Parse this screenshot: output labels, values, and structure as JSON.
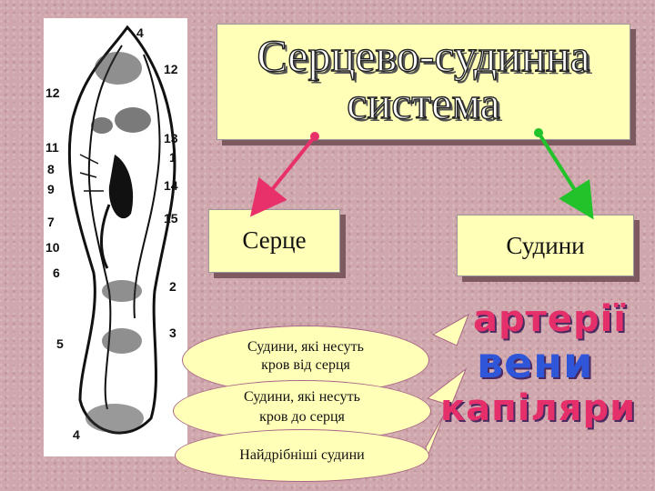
{
  "title": "Серцево-судинна система",
  "title_lines": [
    "Серцево-судинна",
    "система"
  ],
  "heart": "Серце",
  "vessels": "Судини",
  "bubbles": [
    "Судини, які несуть кров від серця",
    "Судини, які несуть кров до серця",
    "Найдрібніші судини"
  ],
  "bubble_lines": [
    [
      "Судини, які несуть",
      "кров від серця"
    ],
    [
      "Судини, які несуть",
      "кров до серця"
    ],
    [
      "Найдрібніші судини"
    ]
  ],
  "words": [
    "артерії",
    "вени",
    "капіляри"
  ],
  "figure_labels": [
    "4",
    "12",
    "12",
    "13",
    "11",
    "1",
    "8",
    "9",
    "14",
    "7",
    "15",
    "10",
    "6",
    "2",
    "5",
    "3",
    "4"
  ],
  "colors": {
    "left_arrow": "#e8306a",
    "right_arrow": "#22c22a",
    "artery": "#e42f6a",
    "vein": "#2f56d8"
  }
}
